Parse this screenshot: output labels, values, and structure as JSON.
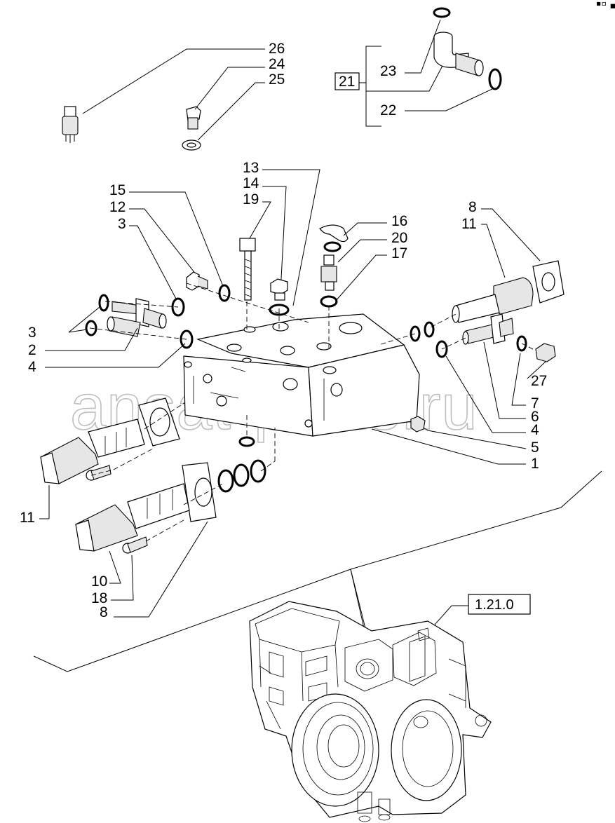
{
  "labels": {
    "l26": "26",
    "l24": "24",
    "l25": "25",
    "l23": "23",
    "l21": "21",
    "l22": "22",
    "l13": "13",
    "l14": "14",
    "l19": "19",
    "l15": "15",
    "l12": "12",
    "l3a": "3",
    "l16": "16",
    "l20": "20",
    "l17": "17",
    "l8a": "8",
    "l11a": "11",
    "l3b": "3",
    "l2": "2",
    "l4a": "4",
    "l27": "27",
    "l7": "7",
    "l6": "6",
    "l4b": "4",
    "l5": "5",
    "l1": "1",
    "l11b": "11",
    "l10": "10",
    "l18": "18",
    "l8b": "8"
  },
  "reference": {
    "box_label": "1.21.0"
  },
  "watermark": "ansat-parts.ru",
  "corner_mark": "▪▫ ▬"
}
